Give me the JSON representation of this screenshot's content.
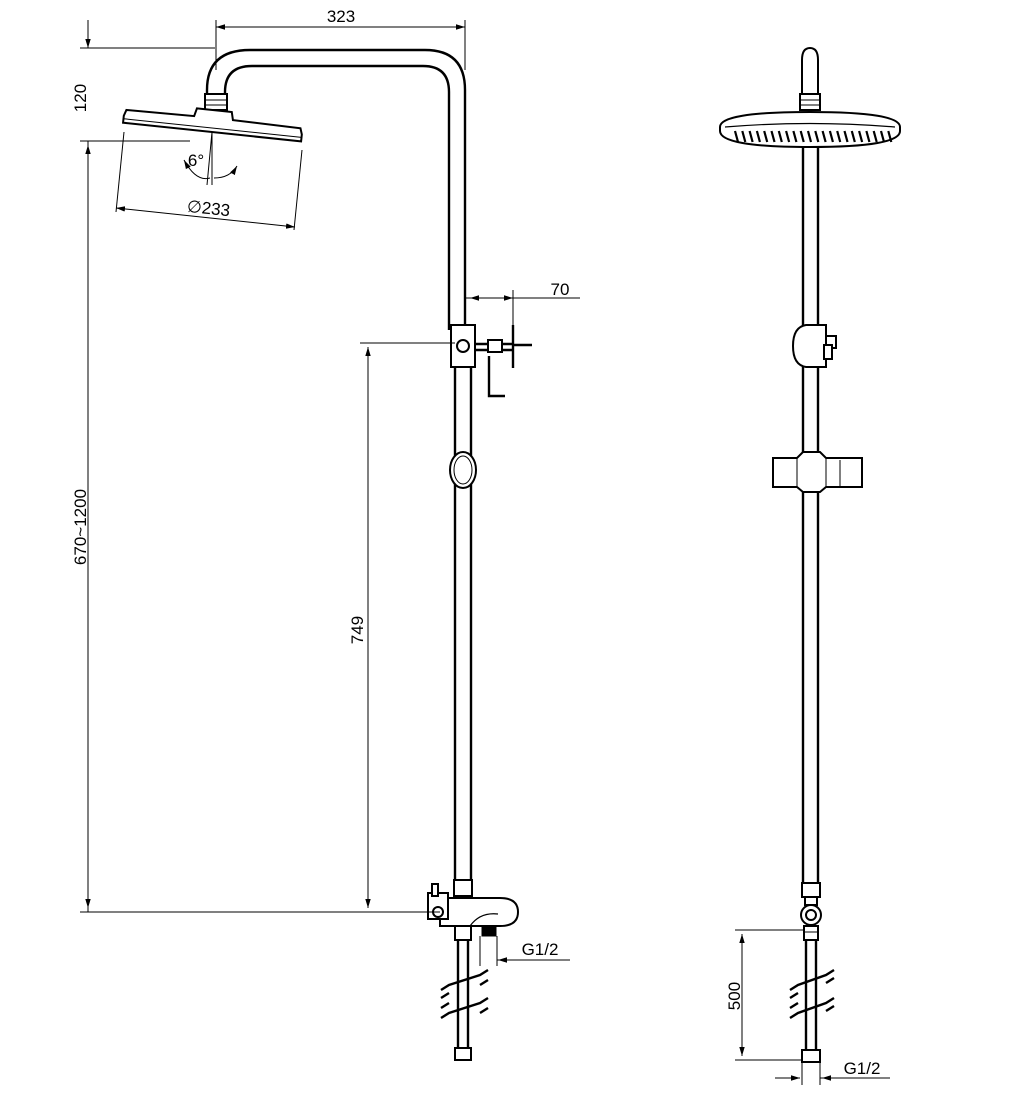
{
  "dimensions": {
    "arm_length": "323",
    "head_drop": "120",
    "tilt_angle": "6°",
    "head_diameter": "∅233",
    "mixer_offset": "70",
    "adjustable_height": "670~1200",
    "mixer_to_outlet": "749",
    "inlet_thread_side": "G1/2",
    "hose_length": "500",
    "inlet_thread_front": "G1/2"
  }
}
